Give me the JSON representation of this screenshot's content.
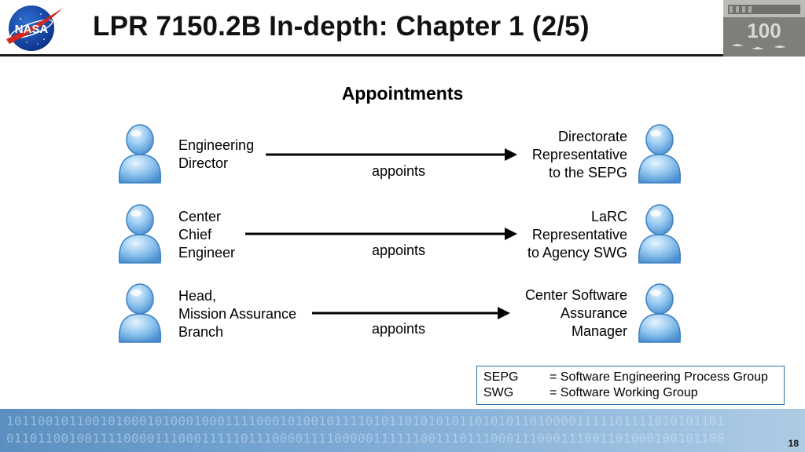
{
  "header": {
    "title": "LPR 7150.2B In-depth: Chapter 1 (2/5)",
    "logo_text": "NASA",
    "photo_text": "100"
  },
  "section_title": "Appointments",
  "rows": [
    {
      "from_lines": [
        "Engineering",
        "Director"
      ],
      "verb": "appoints",
      "to_lines": [
        "Directorate",
        "Representative",
        "to the SEPG"
      ]
    },
    {
      "from_lines": [
        "Center",
        "Chief",
        "Engineer"
      ],
      "verb": "appoints",
      "to_lines": [
        "LaRC",
        "Representative",
        "to Agency SWG"
      ]
    },
    {
      "from_lines": [
        "Head,",
        "Mission Assurance",
        "Branch"
      ],
      "verb": "appoints",
      "to_lines": [
        "Center Software",
        "Assurance",
        "Manager"
      ]
    }
  ],
  "legend": [
    {
      "abbr": "SEPG",
      "def": "= Software Engineering Process Group"
    },
    {
      "abbr": "SWG",
      "def": "= Software Working Group"
    }
  ],
  "footer": {
    "binary_line_1": "10110010110010100010100010001111000101001011110101101010101101010110100001111101111010101101",
    "binary_line_2": "01101100100111100001110001111101110000111100000111111001110111000111000111001101000100101100"
  },
  "page_number": "18",
  "colors": {
    "legend_border": "#2a70a8",
    "person_fill": "#8ec4ee",
    "footer_band": "#7aa8d3"
  }
}
